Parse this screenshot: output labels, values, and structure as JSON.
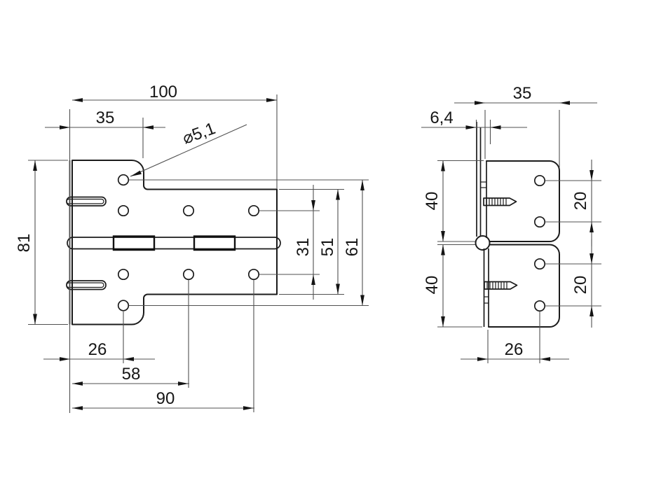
{
  "drawing": {
    "type": "technical-dimension-drawing",
    "part": "cranked hinge",
    "labels": {
      "front": {
        "width_100": "100",
        "flap_35": "35",
        "hole_dia": "⌀5,1",
        "height_81": "81",
        "pitch_26": "26",
        "pitch_58": "58",
        "pitch_90": "90",
        "rows_31": "31",
        "strip_51": "51",
        "rows_61": "61"
      },
      "side": {
        "depth_35": "35",
        "offset_6_4": "6,4",
        "leg_upper_40": "40",
        "leg_lower_40": "40",
        "pitch_upper_20": "20",
        "pitch_lower_20": "20",
        "inset_26": "26"
      }
    },
    "line_color": "#1b1b1b",
    "dim_line_color": "#505050",
    "background": "#ffffff"
  }
}
